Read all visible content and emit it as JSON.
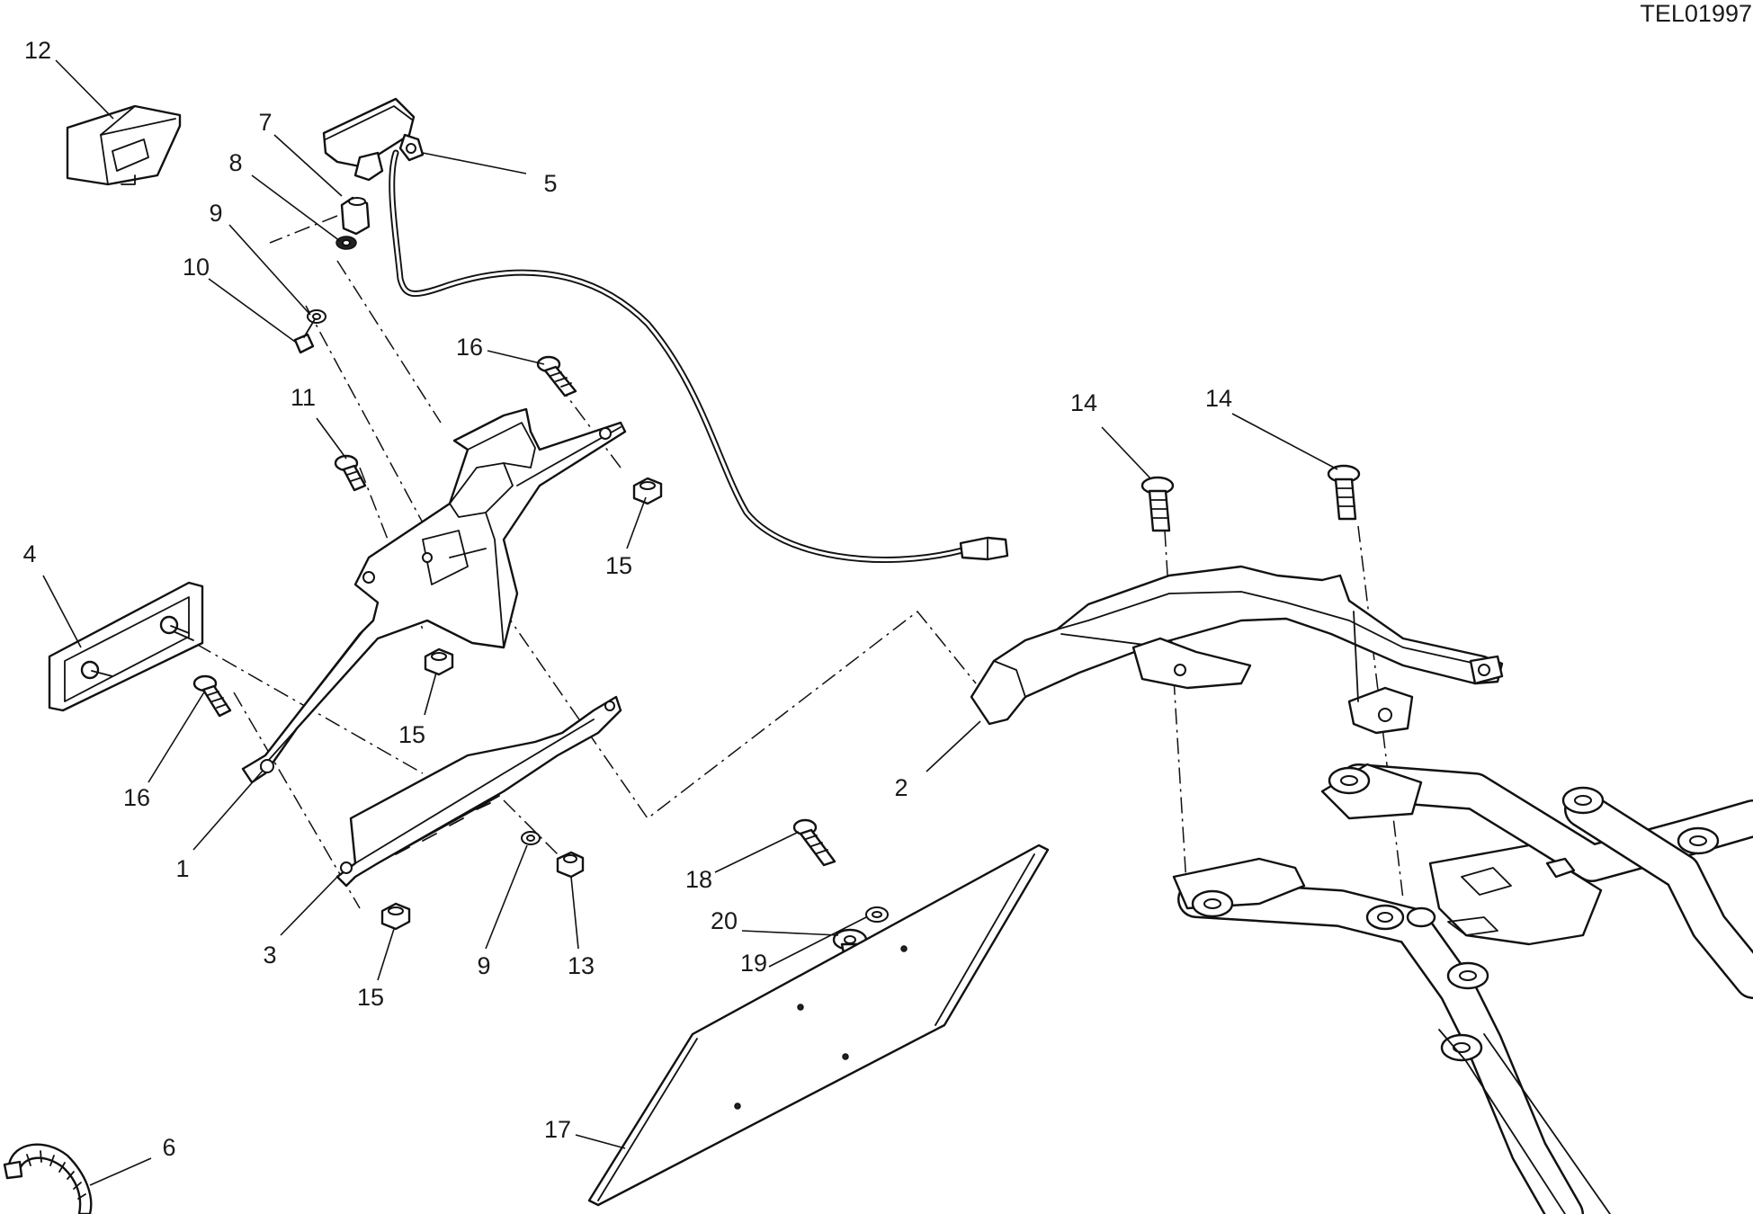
{
  "reference_code": "TEL01997",
  "callouts": [
    {
      "label": "12"
    },
    {
      "label": "7"
    },
    {
      "label": "8"
    },
    {
      "label": "9"
    },
    {
      "label": "10"
    },
    {
      "label": "5"
    },
    {
      "label": "16"
    },
    {
      "label": "11"
    },
    {
      "label": "15"
    },
    {
      "label": "4"
    },
    {
      "label": "15"
    },
    {
      "label": "16"
    },
    {
      "label": "1"
    },
    {
      "label": "3"
    },
    {
      "label": "9"
    },
    {
      "label": "13"
    },
    {
      "label": "15"
    },
    {
      "label": "6"
    },
    {
      "label": "14"
    },
    {
      "label": "14"
    },
    {
      "label": "2"
    },
    {
      "label": "18"
    },
    {
      "label": "20"
    },
    {
      "label": "19"
    },
    {
      "label": "17"
    }
  ]
}
